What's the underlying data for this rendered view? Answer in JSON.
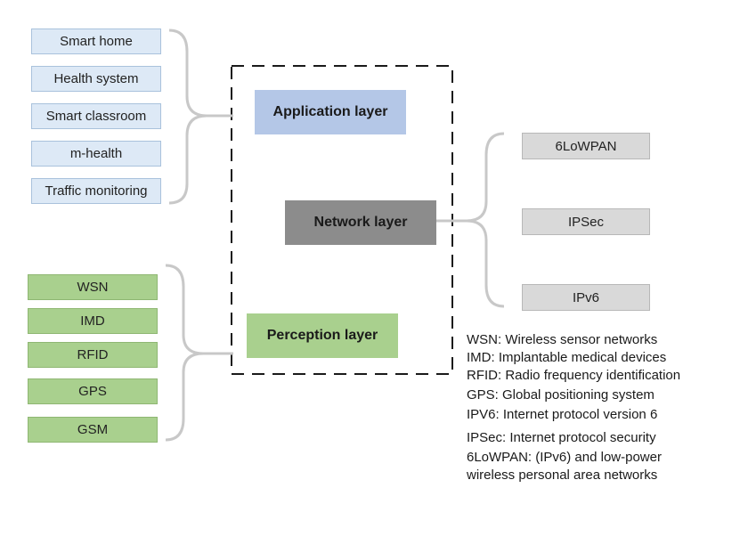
{
  "layers": {
    "application": "Application layer",
    "network": "Network layer",
    "perception": "Perception layer"
  },
  "application_items": [
    "Smart home",
    "Health system",
    "Smart classroom",
    "m-health",
    "Traffic monitoring"
  ],
  "perception_items": [
    "WSN",
    "IMD",
    "RFID",
    "GPS",
    "GSM"
  ],
  "network_items": [
    "6LoWPAN",
    "IPSec",
    "IPv6"
  ],
  "legend": [
    "WSN: Wireless sensor networks",
    "IMD: Implantable medical devices",
    "RFID: Radio frequency identification",
    "GPS: Global positioning system",
    "IPV6: Internet protocol version 6",
    "IPSec: Internet protocol security",
    "6LoWPAN: (IPv6) and low-power",
    "wireless personal area networks"
  ],
  "colors": {
    "application": "#b4c7e7",
    "network": "#8c8c8c",
    "perception": "#a9d08e",
    "application_item": "#dde9f6",
    "network_item": "#d9d9d9",
    "bracket": "#c8c8c8"
  }
}
